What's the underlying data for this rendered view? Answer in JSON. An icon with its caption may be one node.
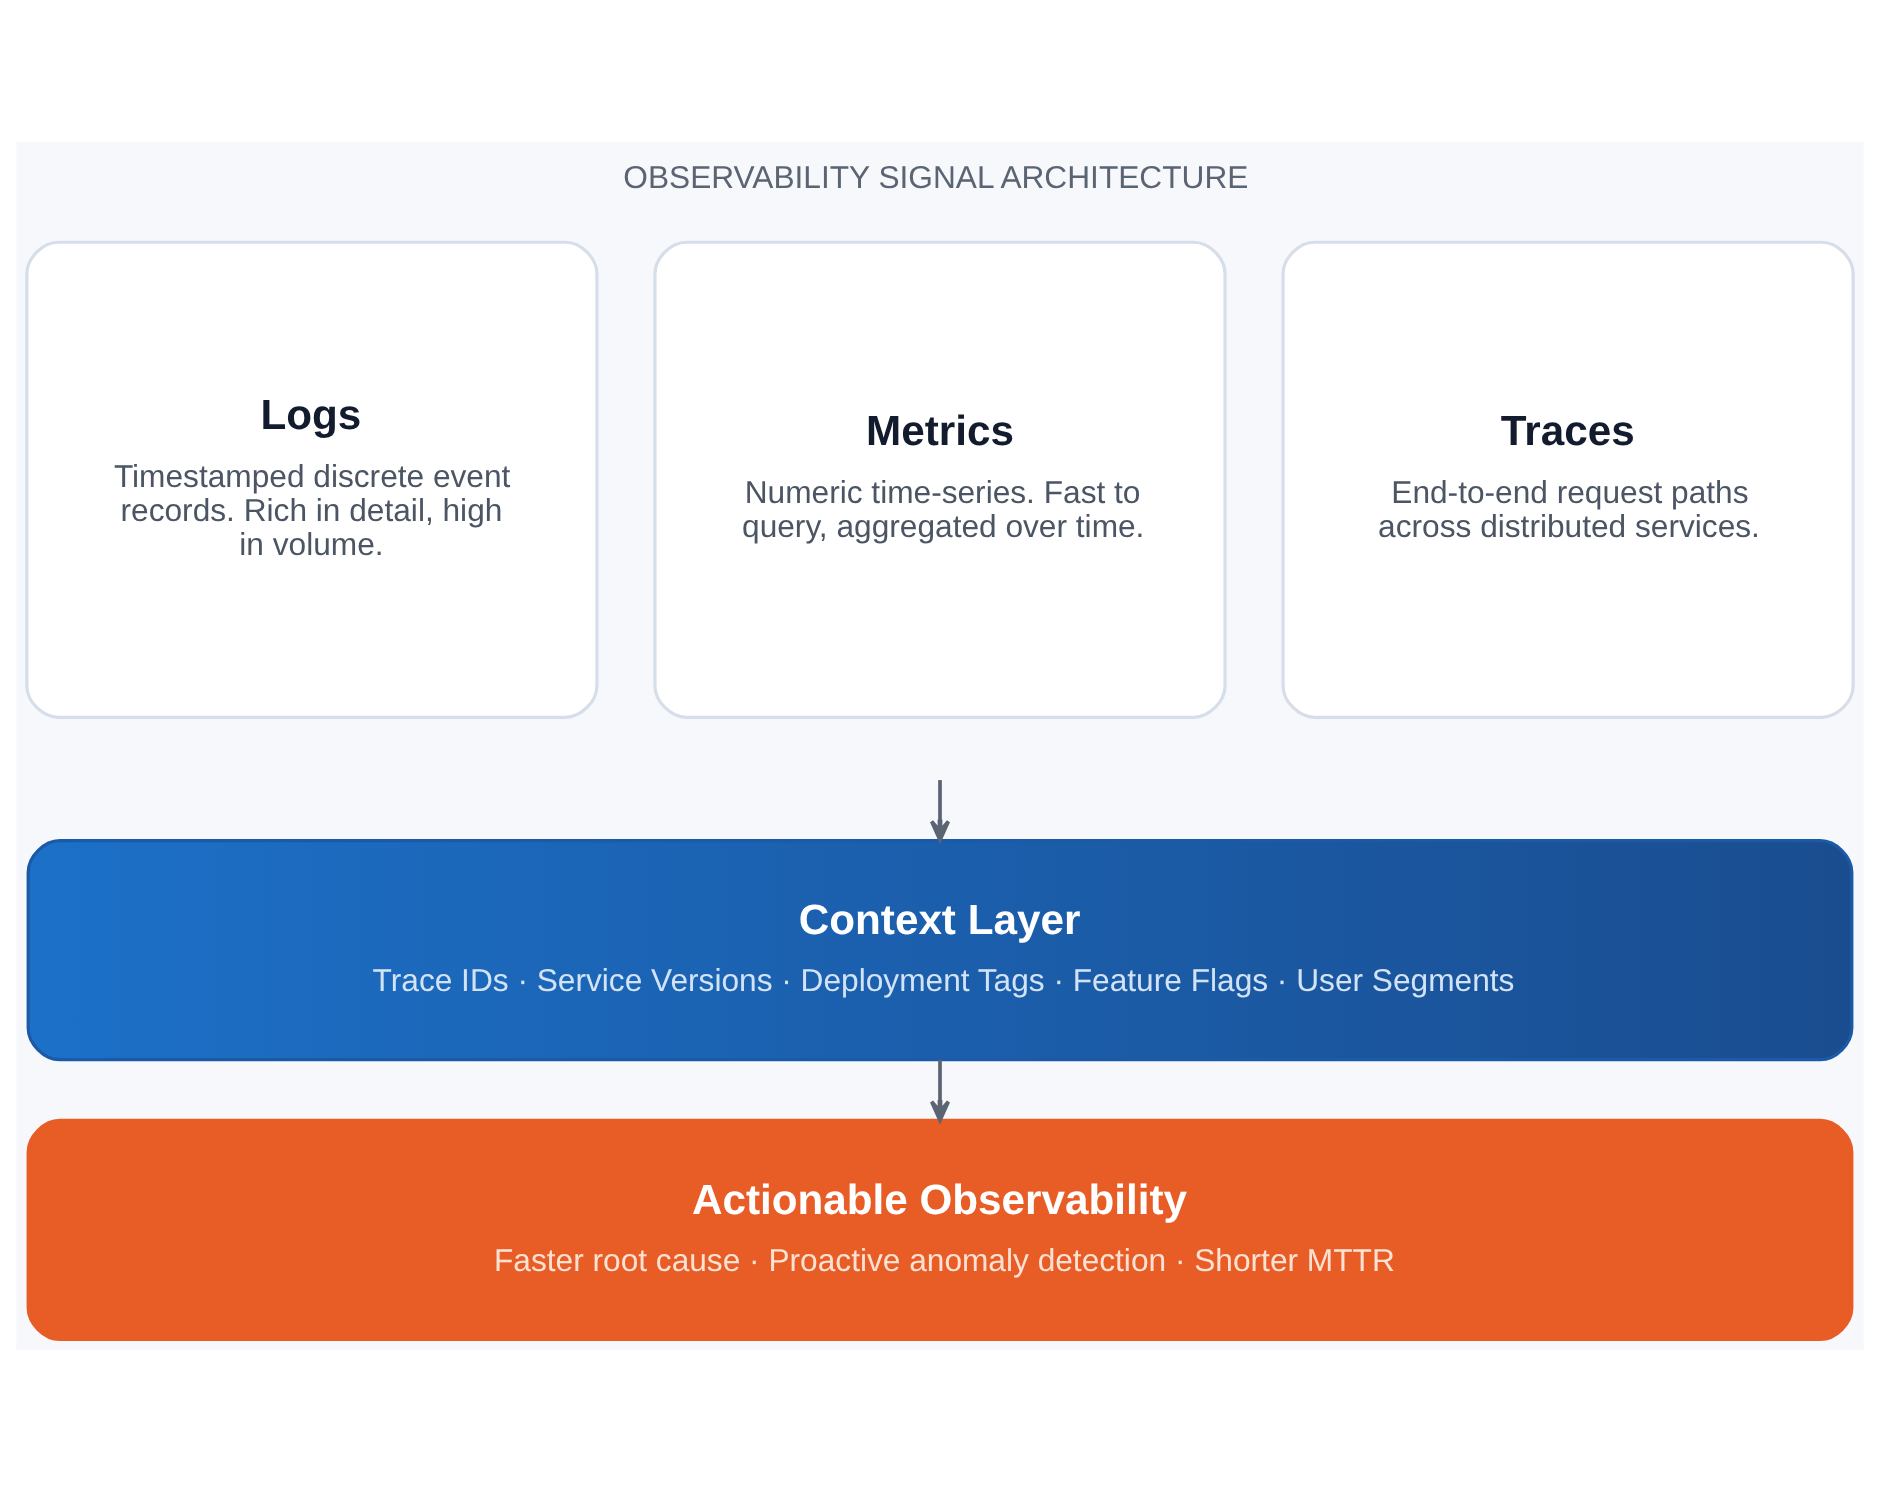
{
  "diagram": {
    "title": "OBSERVABILITY SIGNAL ARCHITECTURE",
    "nodes": [
      {
        "text": [
          "Logs",
          "Timestamped discrete event records. Rich in detail, high in volume."
        ]
      },
      {
        "text": [
          "Metrics",
          "Numeric time-series. Fast to query, aggregated over time."
        ]
      },
      {
        "text": [
          "Traces",
          "End-to-end request paths across distributed services."
        ]
      },
      {
        "text": [
          "Context Layer",
          "Trace IDs · Service Versions · Deployment Tags · Feature Flags · User Segments"
        ]
      },
      {
        "text": [
          "Actionable Observability",
          "Faster root cause · Proactive anomaly detection · Shorter MTTR"
        ]
      }
    ],
    "edges": [
      {
        "from": null,
        "to": 3,
        "arrow": "to"
      },
      {
        "from": 3,
        "to": 4,
        "arrow": "to"
      }
    ]
  }
}
